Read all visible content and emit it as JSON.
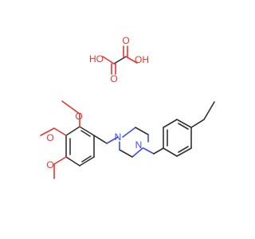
{
  "colors": {
    "carbon_bond": "#303030",
    "oxygen": "#e8352f",
    "nitrogen": "#3b4cf0",
    "background": "#ffffff"
  },
  "oxalic_acid": {
    "ho_left": "HO",
    "oh_right": "OH",
    "o_bottom_left": "O",
    "o_top_right": "O"
  },
  "piperazine": {
    "n_left": "N",
    "n_right": "N"
  },
  "methoxy": {
    "o_top": "O",
    "o_mid": "O",
    "o_bottom": "O"
  }
}
